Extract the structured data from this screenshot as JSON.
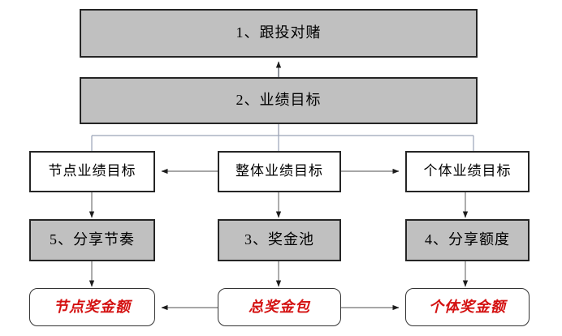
{
  "diagram": {
    "title_fragment": "",
    "colors": {
      "gray_fill": "#c0c0c0",
      "box_border": "#252525",
      "red_text": "#d41111",
      "connector_dark": "#4a4a4a",
      "connector_light": "#9aa4b8",
      "background": "#ffffff"
    },
    "nodes": {
      "row1": [
        {
          "id": "touzi-duidu",
          "label": "1、跟投对赌",
          "style": "gray"
        }
      ],
      "row2": [
        {
          "id": "yeji-mubiao",
          "label": "2、业绩目标",
          "style": "gray"
        }
      ],
      "row3": [
        {
          "id": "jiedian-yeji-mubiao",
          "label": "节点业绩目标",
          "style": "white"
        },
        {
          "id": "zhengti-yeji-mubiao",
          "label": "整体业绩目标",
          "style": "white"
        },
        {
          "id": "geti-yeji-mubiao",
          "label": "个体业绩目标",
          "style": "white"
        }
      ],
      "row4": [
        {
          "id": "fenxiang-jiezou",
          "label": "5、分享节奏",
          "style": "gray"
        },
        {
          "id": "jiangjin-chi",
          "label": "3、奖金池",
          "style": "gray"
        },
        {
          "id": "fenxiang-edu",
          "label": "4、分享额度",
          "style": "gray"
        }
      ],
      "row5": [
        {
          "id": "jiedian-jiangjin-e",
          "label": "节点奖金额",
          "style": "round-red"
        },
        {
          "id": "zong-jiangjin-bao",
          "label": "总奖金包",
          "style": "round-red"
        },
        {
          "id": "geti-jiangjin-e",
          "label": "个体奖金额",
          "style": "round-red"
        }
      ]
    },
    "edges": [
      {
        "from": "yeji-mubiao",
        "to": "touzi-duidu",
        "direction": "up"
      },
      {
        "from": "yeji-mubiao",
        "to": "jiedian-yeji-mubiao",
        "direction": "down"
      },
      {
        "from": "yeji-mubiao",
        "to": "zhengti-yeji-mubiao",
        "direction": "down"
      },
      {
        "from": "yeji-mubiao",
        "to": "geti-yeji-mubiao",
        "direction": "down"
      },
      {
        "from": "zhengti-yeji-mubiao",
        "to": "jiedian-yeji-mubiao",
        "direction": "left"
      },
      {
        "from": "zhengti-yeji-mubiao",
        "to": "geti-yeji-mubiao",
        "direction": "right"
      },
      {
        "from": "jiedian-yeji-mubiao",
        "to": "fenxiang-jiezou",
        "direction": "down"
      },
      {
        "from": "zhengti-yeji-mubiao",
        "to": "jiangjin-chi",
        "direction": "down"
      },
      {
        "from": "geti-yeji-mubiao",
        "to": "fenxiang-edu",
        "direction": "down"
      },
      {
        "from": "fenxiang-jiezou",
        "to": "jiedian-jiangjin-e",
        "direction": "down"
      },
      {
        "from": "jiangjin-chi",
        "to": "zong-jiangjin-bao",
        "direction": "down"
      },
      {
        "from": "fenxiang-edu",
        "to": "geti-jiangjin-e",
        "direction": "down"
      },
      {
        "from": "zong-jiangjin-bao",
        "to": "jiedian-jiangjin-e",
        "direction": "left"
      },
      {
        "from": "zong-jiangjin-bao",
        "to": "geti-jiangjin-e",
        "direction": "right"
      }
    ]
  }
}
